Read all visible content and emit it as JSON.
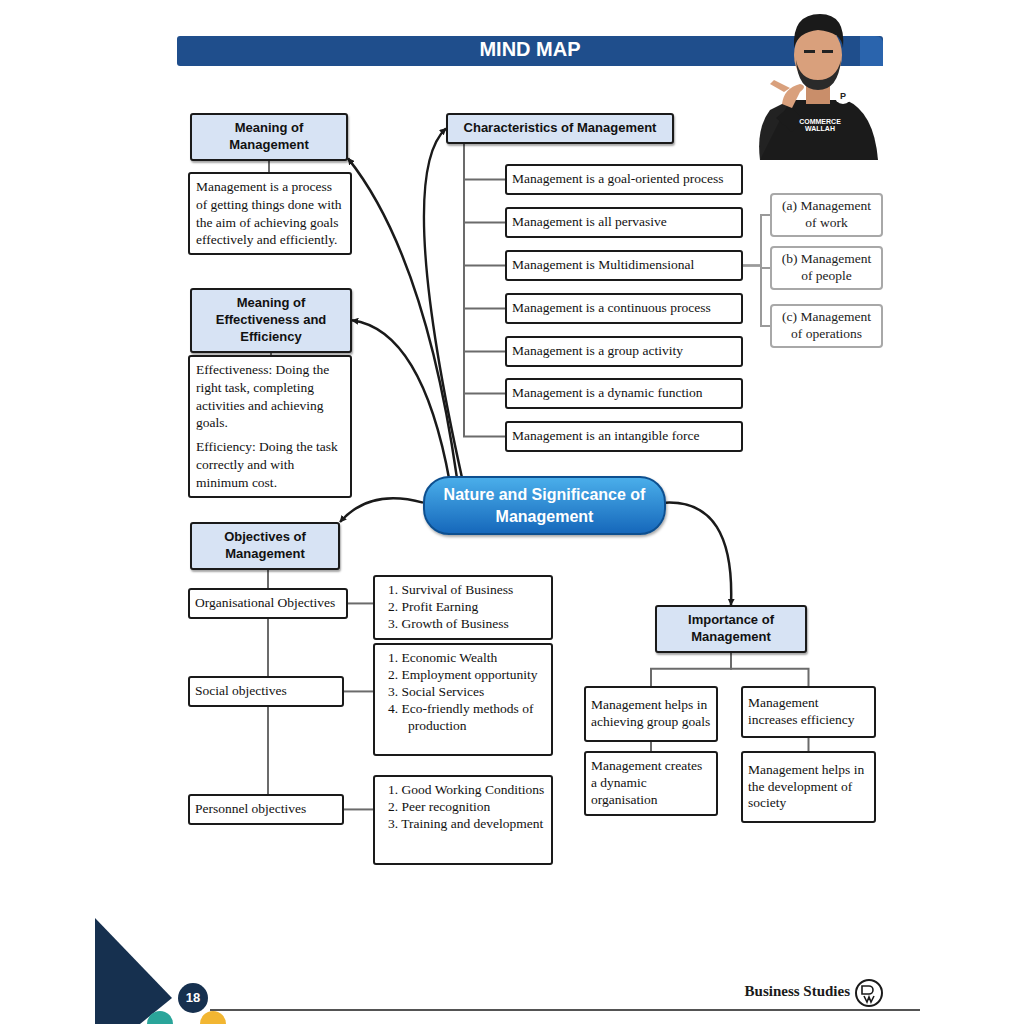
{
  "diagram": {
    "title": "MIND MAP",
    "nodes": [
      {
        "text": [
          "Meaning of Management"
        ]
      },
      {
        "text": [
          "Management is a process of getting things done with the aim of achieving goals effectively and efficiently."
        ]
      },
      {
        "text": [
          "Characteristics of Management"
        ]
      },
      {
        "text": [
          "Management is a goal-oriented process"
        ]
      },
      {
        "text": [
          "Management is all pervasive"
        ]
      },
      {
        "text": [
          "Management is Multidimensional"
        ]
      },
      {
        "text": [
          "Management is a continuous process"
        ]
      },
      {
        "text": [
          "Management is a group activity"
        ]
      },
      {
        "text": [
          "Management is a dynamic function"
        ]
      },
      {
        "text": [
          "Management is an intangible force"
        ]
      },
      {
        "text": [
          "(a) Management of work"
        ]
      },
      {
        "text": [
          "(b) Management of people"
        ]
      },
      {
        "text": [
          "(c) Management of operations"
        ]
      },
      {
        "text": [
          "Meaning of Effectiveness and Efficiency"
        ]
      },
      {
        "text": [
          "Effectiveness: Doing the right task, completing activities and achieving goals.",
          "Efficiency: Doing the task correctly and with minimum cost."
        ]
      },
      {
        "text": [
          "Nature and Significance of Management"
        ]
      },
      {
        "text": [
          "Objectives of Management"
        ]
      },
      {
        "text": [
          "Organisational Objectives"
        ]
      },
      {
        "text": [
          "1. Survival of Business",
          "2. Profit Earning",
          "3. Growth of Business"
        ]
      },
      {
        "text": [
          "Social objectives"
        ]
      },
      {
        "text": [
          "1. Economic Wealth",
          "2. Employment opportunity",
          "3. Social Services",
          "4. Eco-friendly methods of production"
        ]
      },
      {
        "text": [
          "Personnel objectives"
        ]
      },
      {
        "text": [
          "1. Good Working Conditions",
          "2. Peer recognition",
          "3. Training and development"
        ]
      },
      {
        "text": [
          "Importance of Management"
        ]
      },
      {
        "text": [
          "Management helps in achieving group goals"
        ]
      },
      {
        "text": [
          "Management creates a dynamic organisation"
        ]
      },
      {
        "text": [
          "Management increases efficiency"
        ]
      },
      {
        "text": [
          "Management helps in the development of society"
        ]
      }
    ],
    "edges": [
      {
        "from": 15,
        "to": 0,
        "arrow": "to"
      },
      {
        "from": 15,
        "to": 13,
        "arrow": "to"
      },
      {
        "from": 15,
        "to": 2,
        "arrow": "to"
      },
      {
        "from": 15,
        "to": 16,
        "arrow": "to"
      },
      {
        "from": 15,
        "to": 23,
        "arrow": "to"
      },
      {
        "from": 0,
        "to": 1,
        "arrow": "none"
      },
      {
        "from": 13,
        "to": 14,
        "arrow": "none"
      },
      {
        "from": 2,
        "to": 3,
        "arrow": "none"
      },
      {
        "from": 2,
        "to": 4,
        "arrow": "none"
      },
      {
        "from": 2,
        "to": 5,
        "arrow": "none"
      },
      {
        "from": 2,
        "to": 6,
        "arrow": "none"
      },
      {
        "from": 2,
        "to": 7,
        "arrow": "none"
      },
      {
        "from": 2,
        "to": 8,
        "arrow": "none"
      },
      {
        "from": 2,
        "to": 9,
        "arrow": "none"
      },
      {
        "from": 5,
        "to": 10,
        "arrow": "none"
      },
      {
        "from": 5,
        "to": 11,
        "arrow": "none"
      },
      {
        "from": 5,
        "to": 12,
        "arrow": "none"
      },
      {
        "from": 16,
        "to": 17,
        "arrow": "none"
      },
      {
        "from": 17,
        "to": 19,
        "arrow": "none"
      },
      {
        "from": 19,
        "to": 21,
        "arrow": "none"
      },
      {
        "from": 17,
        "to": 18,
        "arrow": "none"
      },
      {
        "from": 19,
        "to": 20,
        "arrow": "none"
      },
      {
        "from": 21,
        "to": 22,
        "arrow": "none"
      },
      {
        "from": 23,
        "to": 24,
        "arrow": "none"
      },
      {
        "from": 23,
        "to": 26,
        "arrow": "none"
      },
      {
        "from": 24,
        "to": 25,
        "arrow": "none"
      },
      {
        "from": 26,
        "to": 27,
        "arrow": "none"
      }
    ],
    "labels": [
      "COMMERCE WALLAH",
      "18",
      "Business Studies"
    ]
  }
}
